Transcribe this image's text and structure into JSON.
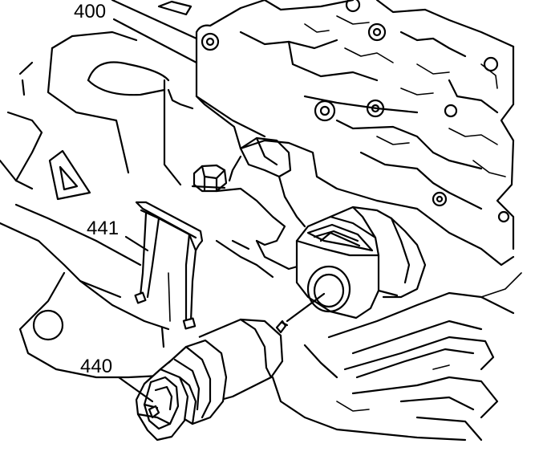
{
  "labels": {
    "valve_body": "400",
    "retainer_clip": "441",
    "solenoid": "440"
  }
}
